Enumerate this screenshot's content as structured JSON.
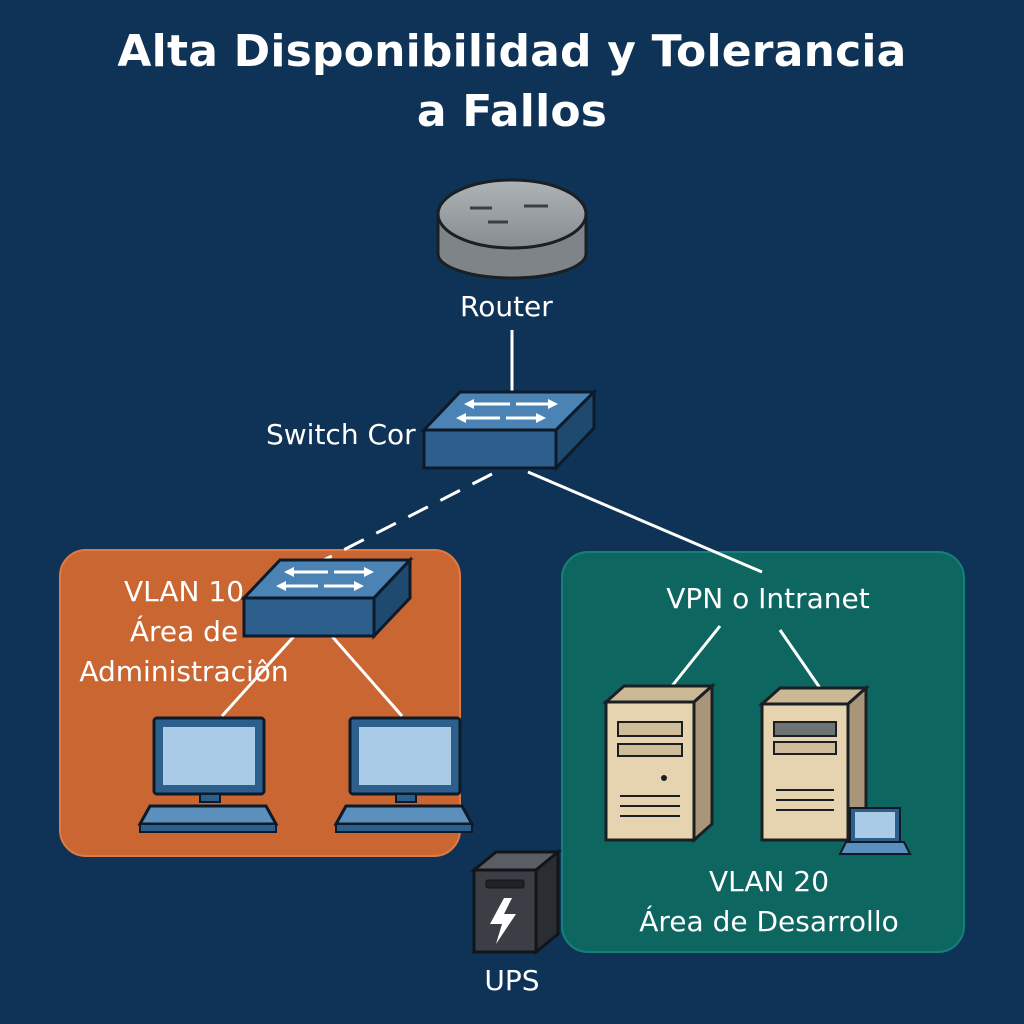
{
  "title": {
    "line1": "Alta Disponibilidad y Tolerancia",
    "line2": "a Fallos"
  },
  "nodes": {
    "router": {
      "label": "Router",
      "icon": "router-icon"
    },
    "switch_core": {
      "label": "Switch Cor",
      "icon": "switch-icon"
    },
    "vlan10": {
      "line1": "VLAN 10",
      "line2": "Área de",
      "line3": "Administraciôn",
      "icon": "switch-icon",
      "devices": [
        "monitor-icon",
        "monitor-icon"
      ]
    },
    "vlan20": {
      "top_label": "VPN o Intranet",
      "line1": "VLAN 20",
      "line2": "Área de Desarrollo",
      "devices": [
        "server-icon",
        "server-icon",
        "laptop-icon"
      ]
    },
    "ups": {
      "label": "UPS",
      "icon": "ups-icon"
    }
  },
  "links": [
    {
      "from": "router",
      "to": "switch_core",
      "style": "solid"
    },
    {
      "from": "switch_core",
      "to": "vlan10",
      "style": "dashed"
    },
    {
      "from": "switch_core",
      "to": "vlan20",
      "style": "solid"
    }
  ],
  "colors": {
    "background": "#0f3356",
    "vlan10_panel": "#c96632",
    "vlan20_panel": "#0e6660",
    "switch": "#2c5f8c",
    "monitor_screen": "#a9cbe6",
    "server": "#e6d3b0",
    "ups": "#3b3e44",
    "text": "#ffffff"
  }
}
